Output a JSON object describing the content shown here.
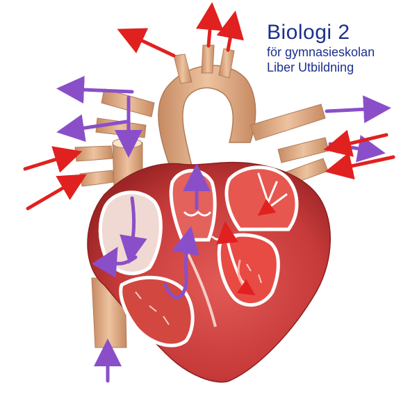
{
  "caption": {
    "title": "Biologi 2",
    "subtitle": "för gymnasieskolan",
    "publisher": "Liber Utbildning"
  },
  "colors": {
    "oxygenated_flow": "#e0211f",
    "deoxygenated_flow": "#8a4fc8",
    "vessel": "#d9a57c",
    "muscle": "#c63a3a",
    "chamber": "#f3e6e0",
    "caption_text": "#1b2f8c"
  },
  "illustration": {
    "subject": "heart-cross-section",
    "arrow_sets": [
      "arrows-red-oxygenated",
      "arrows-purple-deoxygenated"
    ]
  }
}
